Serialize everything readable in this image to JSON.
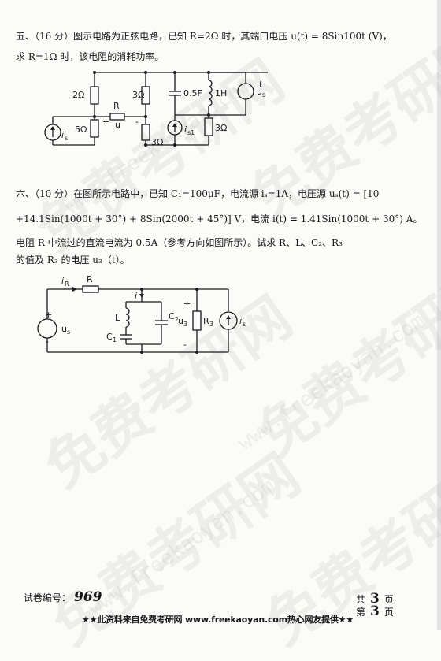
{
  "q5": {
    "line1": "五、（16 分）图示电路为正弦电路，已知 R=2Ω 时，其端口电压 u(t) = 8Sin100t (V)，",
    "line2": "求 R=1Ω 时，该电阻的消耗功率。",
    "labels": {
      "r2": "2Ω",
      "r3a": "3Ω",
      "cap": "0.5F",
      "ind": "1H",
      "us": "u",
      "us_sub": "s",
      "r": "R",
      "u": "u",
      "plus": "+",
      "minus": "-",
      "is": "i",
      "is_sub": "s",
      "r5": "5Ω",
      "r3b": "3Ω",
      "is1": "i",
      "is1_sub": "s1",
      "r3c": "3Ω"
    }
  },
  "q6": {
    "line1": "六、（10 分）在图所示电路中，已知 C₁=100μF，电流源 iₛ=1A，电压源 uₛ(t) = [10",
    "line2": "+14.1Sin(1000t + 30°) + 8Sin(2000t + 45°)] V，电流 i(t) = 1.41Sin(1000t + 30°) A。",
    "line3": "电阻 R 中流过的直流电流为 0.5A（参考方向如图所示）。试求 R、L、C₂、R₃",
    "line4": "的值及 R₃ 的电压 u₃（t）。",
    "labels": {
      "ir": "i",
      "ir_sub": "R",
      "r": "R",
      "i": "i",
      "plus": "+",
      "minus": "-",
      "us": "u",
      "us_sub": "s",
      "l": "L",
      "c2": "C",
      "c2_sub": "2",
      "c1": "C",
      "c1_sub": "1",
      "u3": "u",
      "u3_sub": "3",
      "r3": "R",
      "r3_sub": "3",
      "is": "i",
      "is_sub": "s"
    }
  },
  "footer": {
    "exam_no_label": "试卷编号：",
    "exam_no": "969",
    "total_label": "共",
    "total_value": "3",
    "page_unit": "页",
    "page_label": "第",
    "page_value": "3",
    "banner": "★★此资料来自免费考研网 www.freekaoyan.com热心网友提供★★"
  },
  "watermark": {
    "text": "免费考研网",
    "url": "www.freekaoyan.com"
  }
}
